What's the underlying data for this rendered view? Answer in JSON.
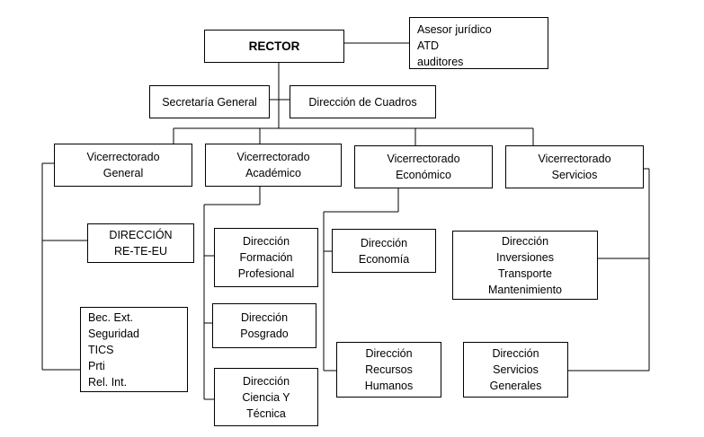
{
  "rector": {
    "label": "RECTOR"
  },
  "asesor": {
    "lines": [
      "Asesor jurídico",
      "ATD",
      "auditores"
    ]
  },
  "secretaria": {
    "label": "Secretaría General"
  },
  "cuadros": {
    "label": "Dirección de Cuadros"
  },
  "vicerrectorados": {
    "general": {
      "lines": [
        "Vicerrectorado",
        "General"
      ]
    },
    "academico": {
      "lines": [
        "Vicerrectorado",
        "Académico"
      ]
    },
    "economico": {
      "lines": [
        "Vicerrectorado",
        "Económico"
      ]
    },
    "servicios": {
      "lines": [
        "Vicerrectorado",
        "Servicios"
      ]
    }
  },
  "direcciones": {
    "reteeu": {
      "lines": [
        "DIRECCIÓN",
        "RE-TE-EU"
      ]
    },
    "varios": {
      "lines": [
        "Bec. Ext.",
        "Seguridad",
        "TICS",
        "Prti",
        "Rel. Int."
      ]
    },
    "formacion": {
      "lines": [
        "Dirección",
        "Formación",
        "Profesional"
      ]
    },
    "posgrado": {
      "lines": [
        "Dirección",
        "Posgrado"
      ]
    },
    "ciencia": {
      "lines": [
        "Dirección",
        "Ciencia Y",
        "Técnica"
      ]
    },
    "economia": {
      "lines": [
        "Dirección",
        "Economía"
      ]
    },
    "rrhh": {
      "lines": [
        "Dirección",
        "Recursos",
        "Humanos"
      ]
    },
    "inversiones": {
      "lines": [
        "Dirección",
        "Inversiones",
        "Transporte",
        "Mantenimiento"
      ]
    },
    "servgen": {
      "lines": [
        "Dirección",
        "Servicios",
        "Generales"
      ]
    }
  }
}
